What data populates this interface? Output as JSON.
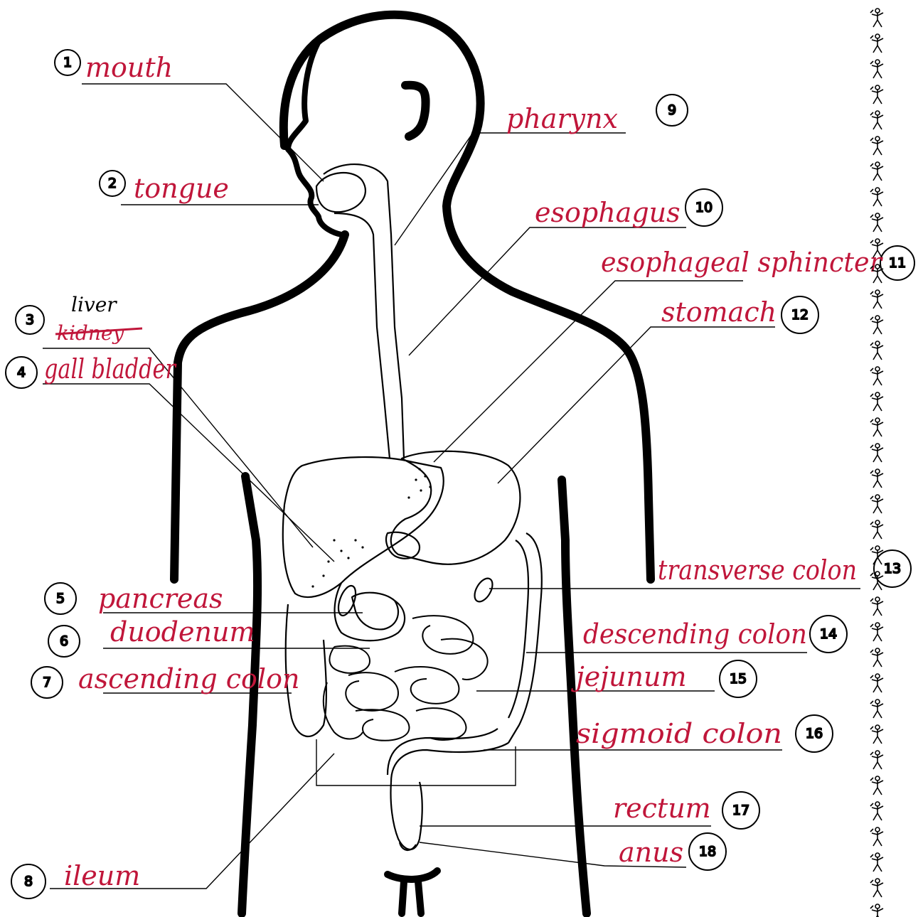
{
  "labels": {
    "l1": {
      "num": "1",
      "text": "mouth"
    },
    "l2": {
      "num": "2",
      "text": "tongue"
    },
    "l3": {
      "num": "3",
      "text": "kidney",
      "correction": "liver"
    },
    "l4": {
      "num": "4",
      "text": "gall bladder"
    },
    "l5": {
      "num": "5",
      "text": "pancreas"
    },
    "l6": {
      "num": "6",
      "text": "duodenum"
    },
    "l7": {
      "num": "7",
      "text": "ascending colon"
    },
    "l8": {
      "num": "8",
      "text": "ileum"
    },
    "l9": {
      "num": "9",
      "text": "pharynx"
    },
    "l10": {
      "num": "10",
      "text": "esophagus"
    },
    "l11": {
      "num": "11",
      "text": "esophageal sphincter"
    },
    "l12": {
      "num": "12",
      "text": "stomach"
    },
    "l13": {
      "num": "13",
      "text": "transverse colon"
    },
    "l14": {
      "num": "14",
      "text": "descending colon"
    },
    "l15": {
      "num": "15",
      "text": "jejunum"
    },
    "l16": {
      "num": "16",
      "text": "sigmoid colon"
    },
    "l17": {
      "num": "17",
      "text": "rectum"
    },
    "l18": {
      "num": "18",
      "text": "anus"
    }
  },
  "colors": {
    "ink": "#000000",
    "handwriting": "#c0163a",
    "paper": "#ffffff"
  },
  "icons": {
    "margin_border": "stick-figure-icon"
  }
}
